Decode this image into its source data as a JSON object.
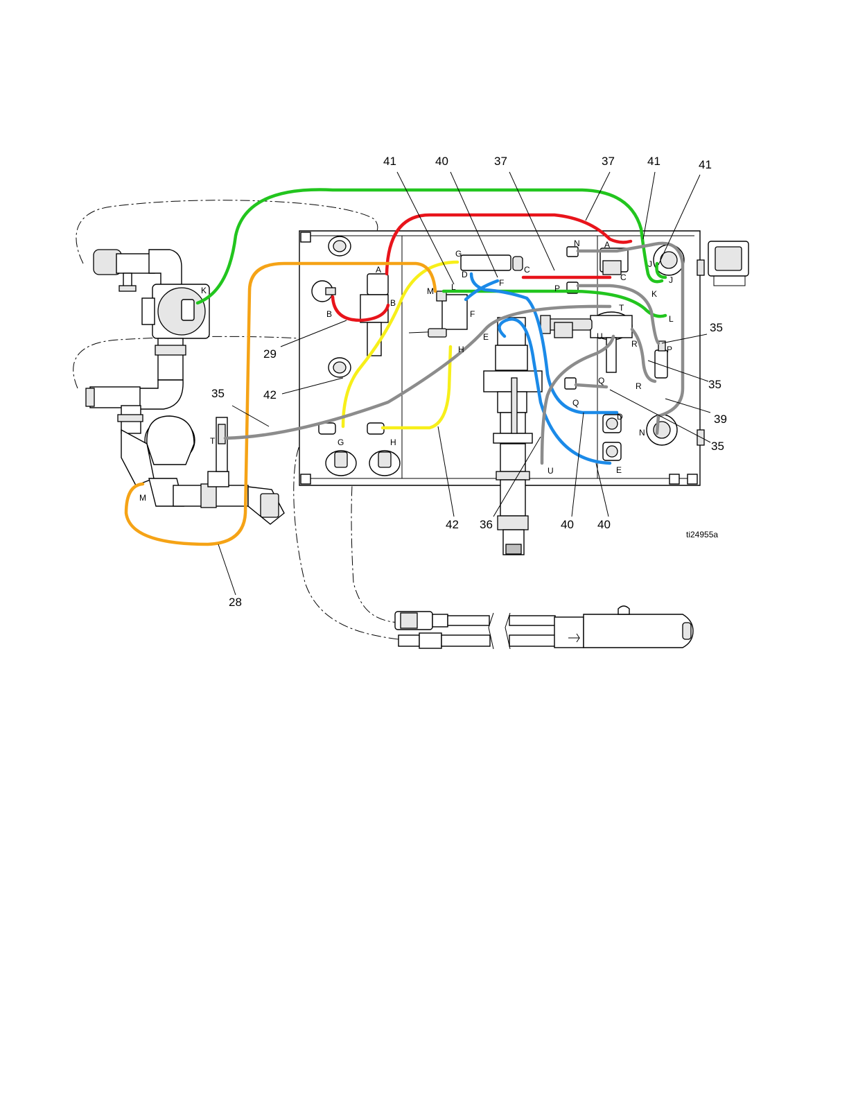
{
  "colors": {
    "red": "#e8141b",
    "green": "#22c51e",
    "yellow": "#f7ef1a",
    "orange": "#f5a316",
    "blue": "#1b8ae8",
    "gray": "#8c8c8c"
  },
  "callouts": {
    "c41a": "41",
    "c40a": "40",
    "c37a": "37",
    "c37b": "37",
    "c41b": "41",
    "c41c": "41",
    "c35a": "35",
    "c35b": "35",
    "c39": "39",
    "c35c": "35",
    "c29": "29",
    "c35d": "35",
    "c42a": "42",
    "c28": "28",
    "c42b": "42",
    "c36": "36",
    "c40b": "40",
    "c40c": "40"
  },
  "ports": {
    "k_left": "K",
    "b_left": "B",
    "a_mid": "A",
    "b_mid": "B",
    "g_top": "G",
    "d_top": "D",
    "f_top": "F",
    "c_top": "C",
    "m_mid": "M",
    "l_mid": "L",
    "f_mid": "F",
    "h_mid": "H",
    "n_top": "N",
    "a_right": "A",
    "c_right": "C",
    "j_right": "J",
    "j_right2": "J",
    "k_right": "K",
    "p_mid": "P",
    "t_right": "T",
    "l_right": "L",
    "u_mid": "U",
    "r_mid": "R",
    "p_right": "P",
    "r_low": "R",
    "q_mid": "Q",
    "q_low": "Q",
    "e_pump": "E",
    "d_low": "D",
    "n_right": "N",
    "e_low": "E",
    "u_low": "U",
    "t_left": "T",
    "g_low": "G",
    "h_low": "H",
    "m_left": "M"
  },
  "figure_ref": "ti24955a"
}
